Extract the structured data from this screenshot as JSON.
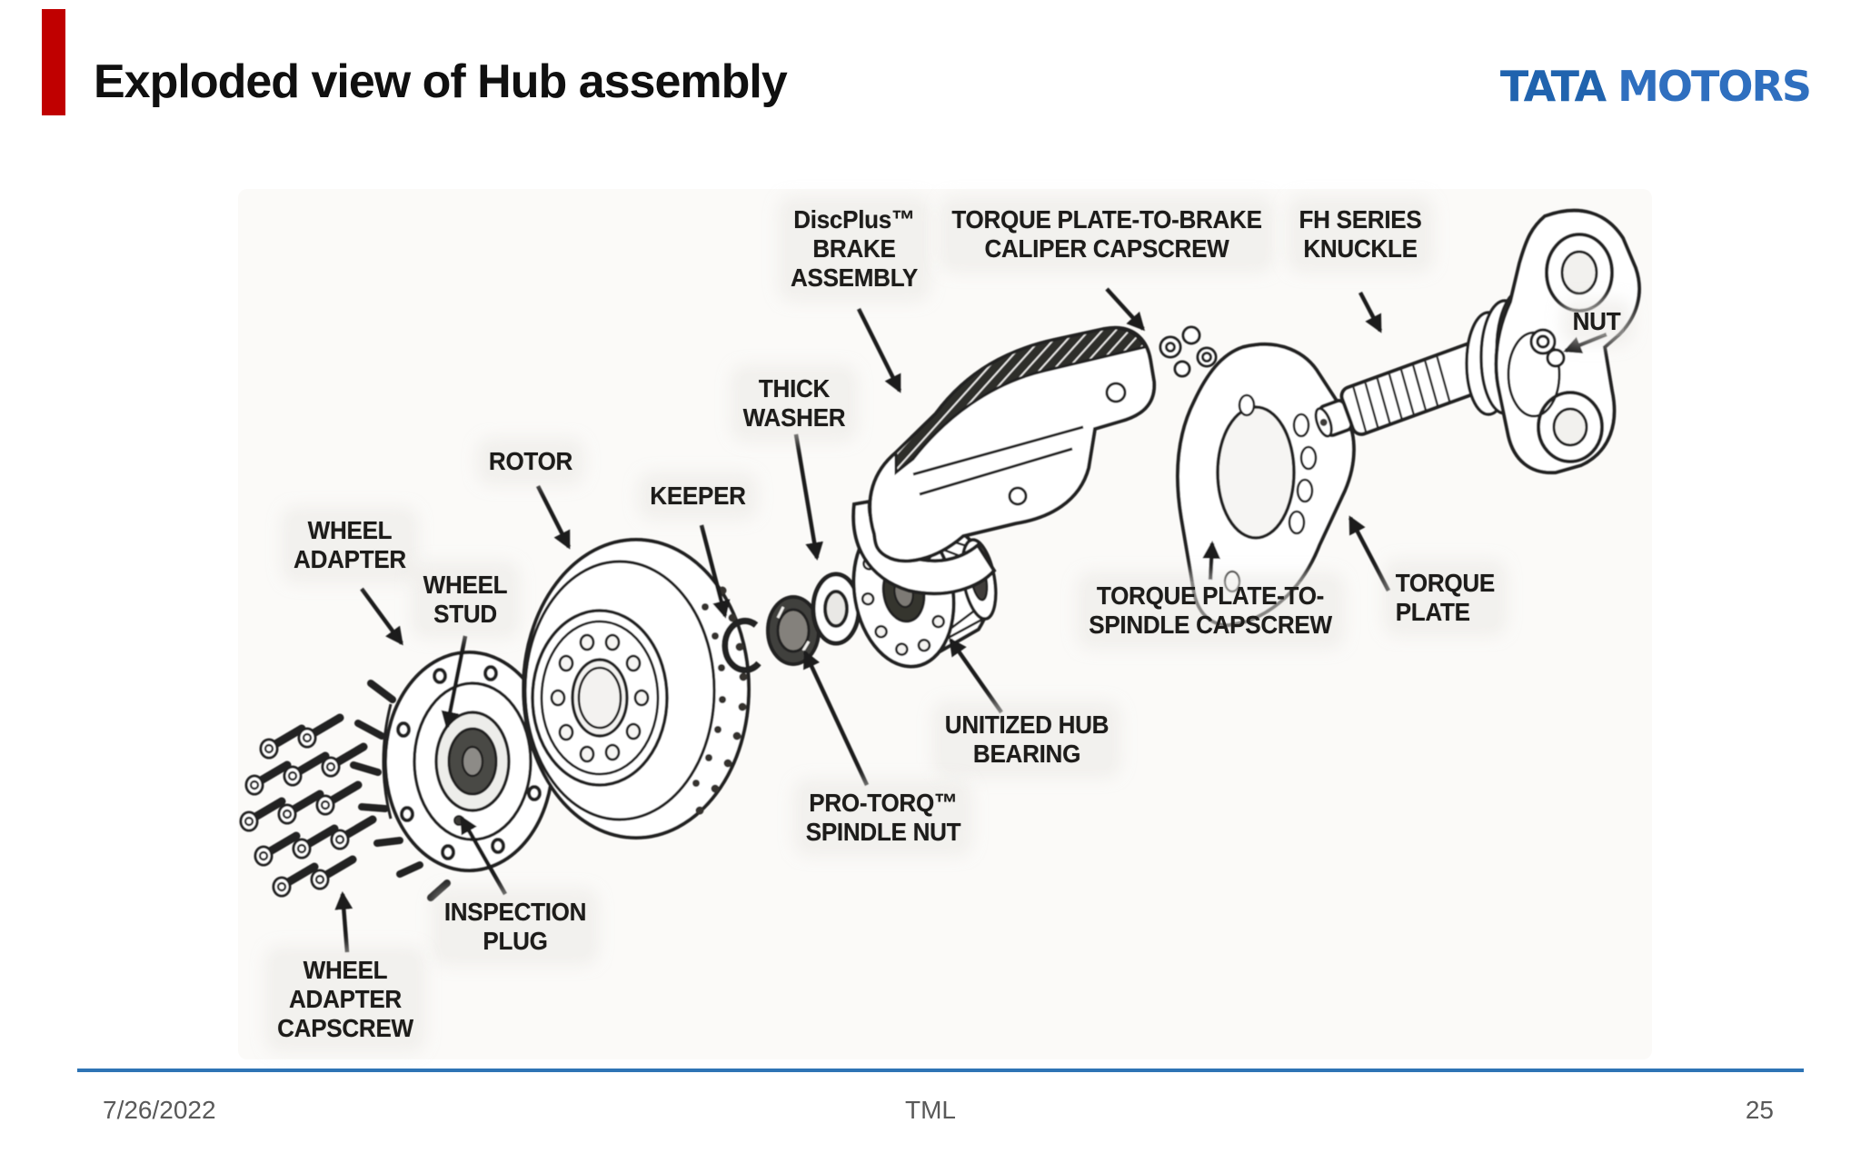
{
  "slide": {
    "title": "Exploded view of Hub assembly",
    "logo": {
      "part1": "TATA",
      "part2": "MOTORS"
    },
    "footer": {
      "date": "7/26/2022",
      "center_text": "TML",
      "page_number": "25"
    }
  },
  "colors": {
    "accent_red": "#C00000",
    "logo_blue_dark": "#2063AE",
    "logo_blue_light": "#2F6FBF",
    "footer_line_blue": "#2E74B5",
    "footer_text_gray": "#595959",
    "ink": "#1d1d1d"
  },
  "diagram": {
    "labels": [
      {
        "id": "brake-assembly",
        "text": "DiscPlus™\nBRAKE\nASSEMBLY"
      },
      {
        "id": "caliper-capscrew",
        "text": "TORQUE PLATE-TO-BRAKE\nCALIPER CAPSCREW"
      },
      {
        "id": "fh-knuckle",
        "text": "FH SERIES\nKNUCKLE"
      },
      {
        "id": "nut",
        "text": "NUT"
      },
      {
        "id": "thick-washer",
        "text": "THICK\nWASHER"
      },
      {
        "id": "rotor",
        "text": "ROTOR"
      },
      {
        "id": "keeper",
        "text": "KEEPER"
      },
      {
        "id": "wheel-adapter",
        "text": "WHEEL\nADAPTER"
      },
      {
        "id": "wheel-stud",
        "text": "WHEEL\nSTUD"
      },
      {
        "id": "torque-plate",
        "text": "TORQUE\nPLATE"
      },
      {
        "id": "spindle-capscrew",
        "text": "TORQUE PLATE-TO-\nSPINDLE CAPSCREW"
      },
      {
        "id": "unitized-hub-bearing",
        "text": "UNITIZED HUB\nBEARING"
      },
      {
        "id": "pro-torq-spindle-nut",
        "text": "PRO-TORQ™\nSPINDLE NUT"
      },
      {
        "id": "inspection-plug",
        "text": "INSPECTION\nPLUG"
      },
      {
        "id": "wheel-adapter-capscrew",
        "text": "WHEEL\nADAPTER\nCAPSCREW"
      }
    ]
  }
}
